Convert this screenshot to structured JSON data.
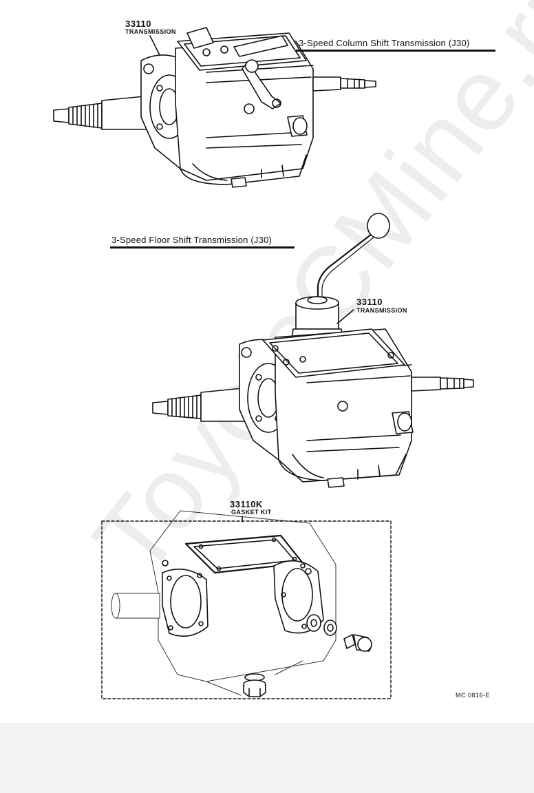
{
  "watermark": "ToyotaCMine.ru",
  "parts": [
    {
      "number": "33110",
      "name": "TRANSMISSION"
    },
    {
      "number": "33110",
      "name": "TRANSMISSION"
    },
    {
      "number": "33110K",
      "name": "GASKET KIT"
    }
  ],
  "titles": {
    "column_shift": "3-Speed Column Shift Transmission (J30)",
    "floor_shift": "3-Speed Floor Shift Transmission (J30)"
  },
  "figure_code": "MC 0816-E"
}
